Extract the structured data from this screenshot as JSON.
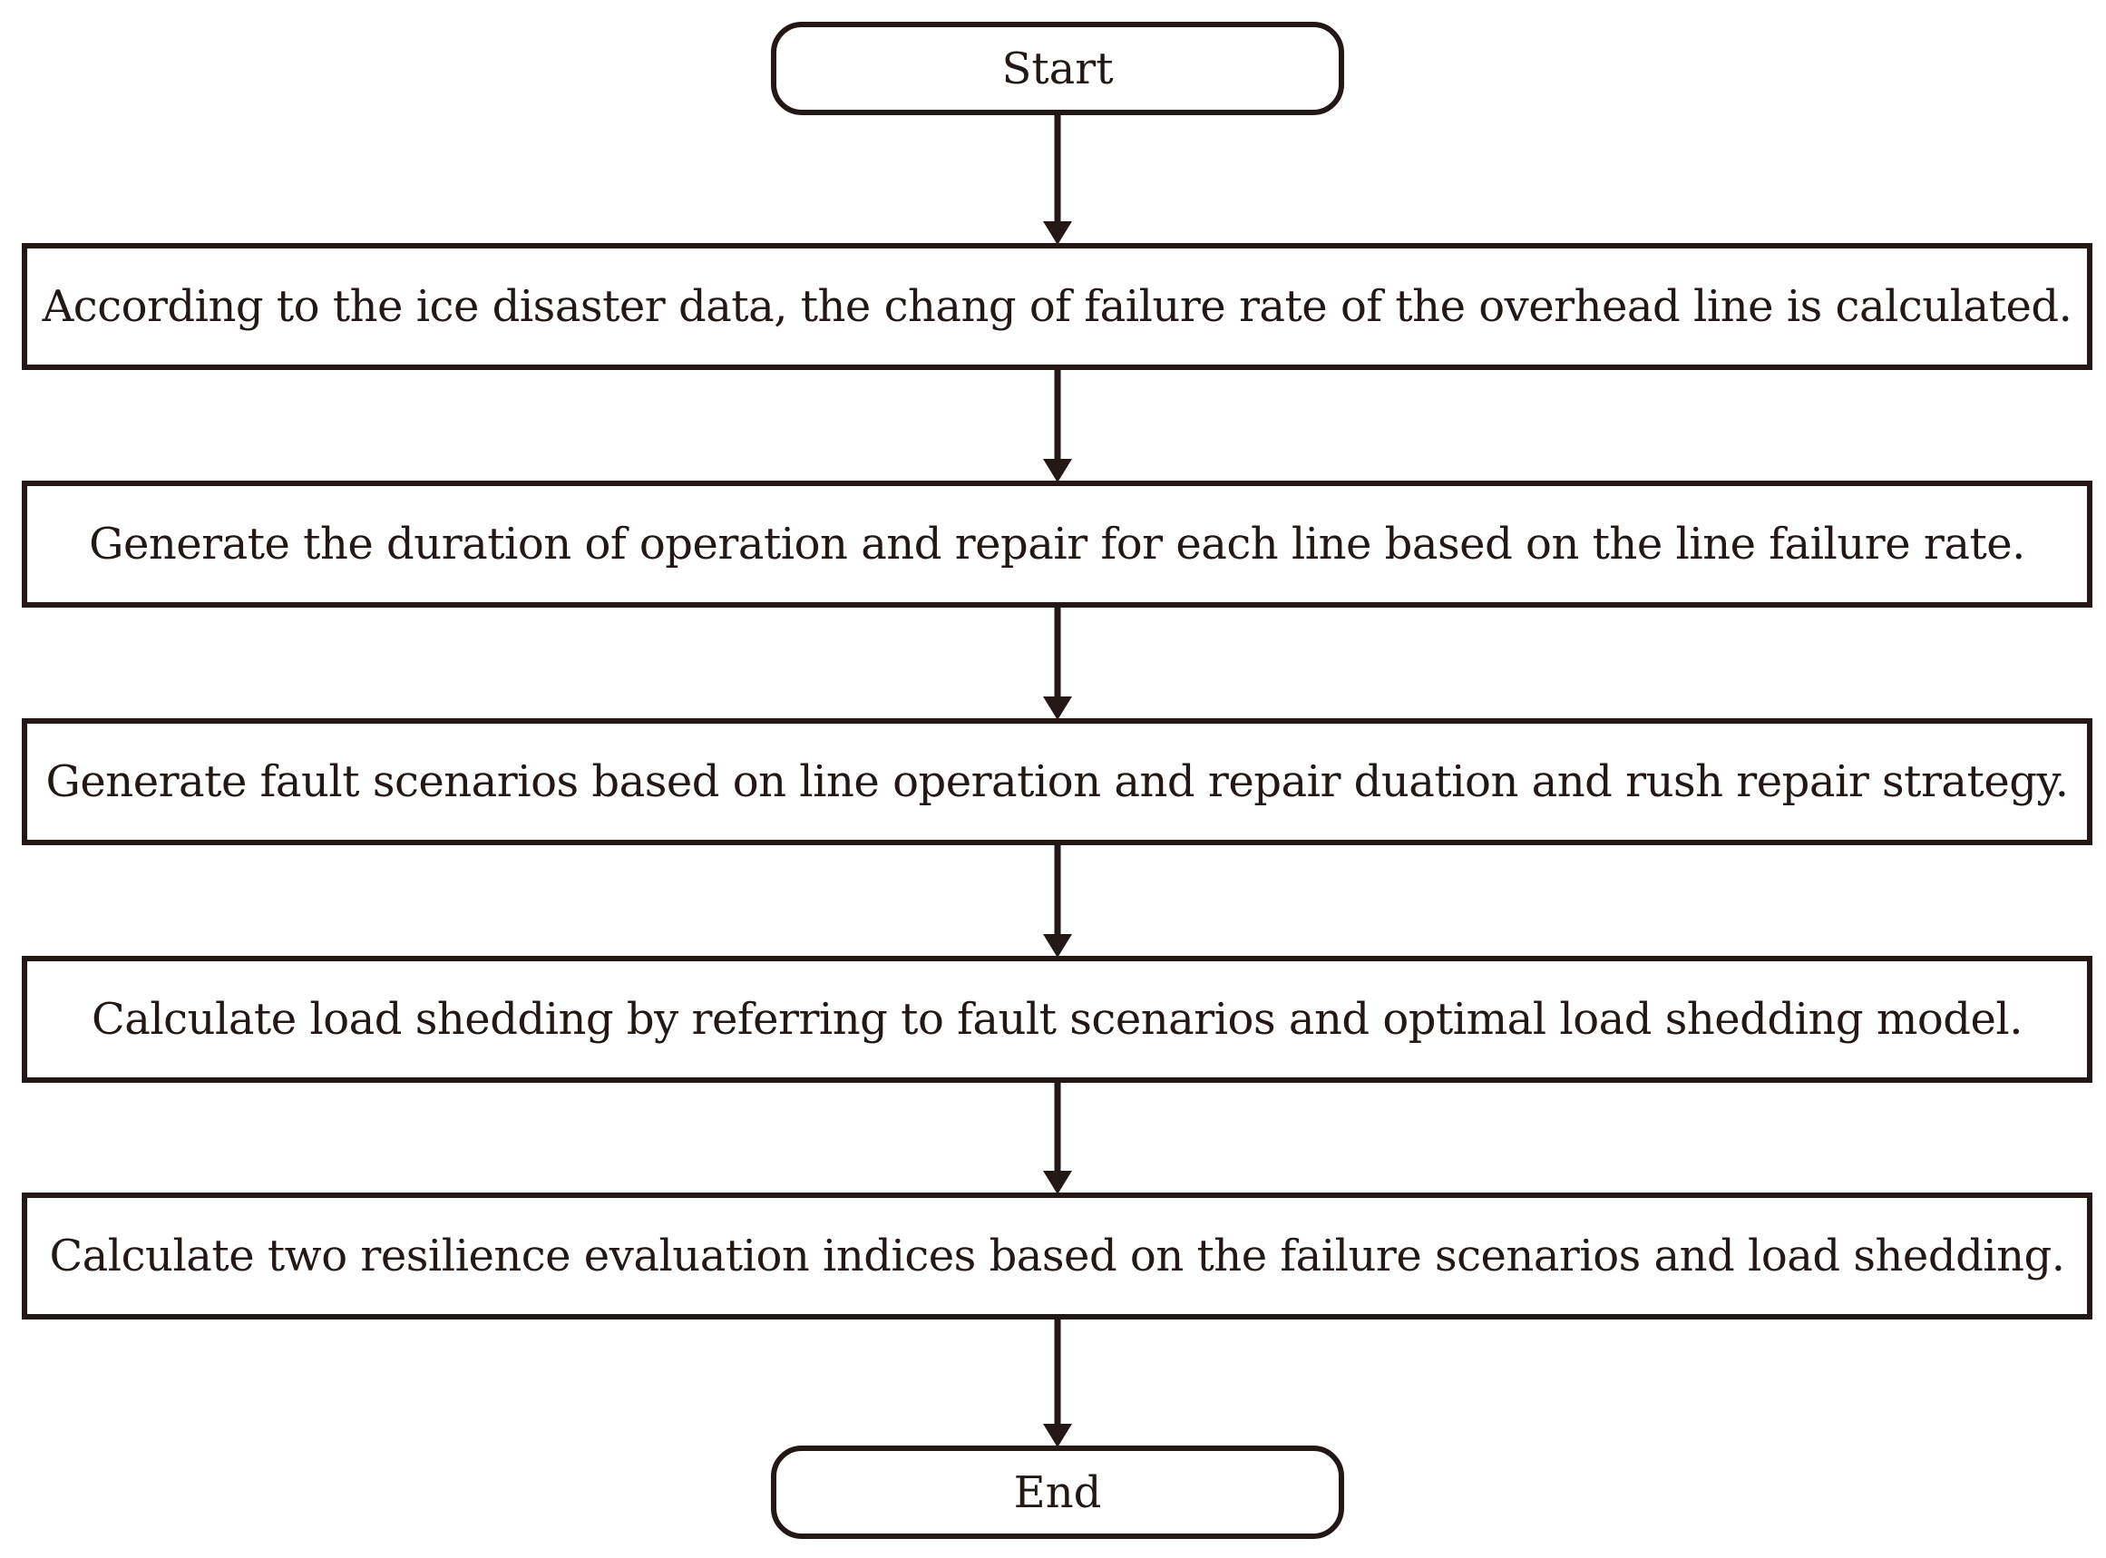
{
  "flowchart": {
    "start": "Start",
    "steps": [
      "According to the ice disaster data, the chang of failure rate of the overhead line is calculated.",
      "Generate the duration of operation and repair for each line based on the line failure rate.",
      "Generate fault scenarios based on line operation and repair duation and rush repair strategy.",
      "Calculate load shedding by referring to fault scenarios and optimal load shedding model.",
      "Calculate two resilience evaluation indices based on the failure scenarios and load shedding."
    ],
    "end": "End"
  },
  "colors": {
    "stroke": "#231815",
    "fill": "#ffffff"
  }
}
